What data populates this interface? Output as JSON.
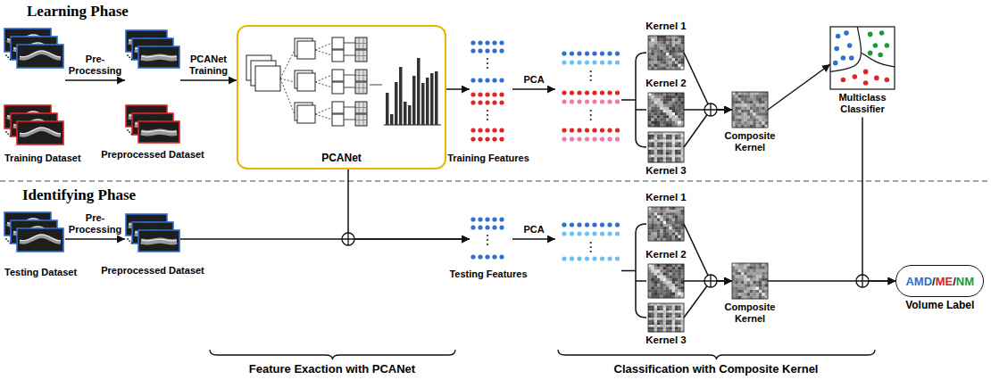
{
  "diagram": {
    "nodes": [
      {
        "text": [
          "Training Dataset"
        ]
      },
      {
        "text": [
          "Preprocessed Dataset"
        ]
      },
      {
        "text": [
          "PCANet"
        ]
      },
      {
        "text": [
          "Training Features"
        ]
      },
      {
        "text": [
          "Kernel 1"
        ]
      },
      {
        "text": [
          "Kernel 2"
        ]
      },
      {
        "text": [
          "Kernel 3"
        ]
      },
      {
        "text": [
          "Composite Kernel"
        ]
      },
      {
        "text": [
          "Multiclass Classifier"
        ]
      },
      {
        "text": [
          "Testing Dataset"
        ]
      },
      {
        "text": [
          "Preprocessed Dataset"
        ]
      },
      {
        "text": [
          "Testing Features"
        ]
      },
      {
        "text": [
          "Kernel 1"
        ]
      },
      {
        "text": [
          "Kernel 2"
        ]
      },
      {
        "text": [
          "Kernel 3"
        ]
      },
      {
        "text": [
          "Composite Kernel"
        ]
      },
      {
        "text": [
          "AMD",
          "/",
          "ME",
          "/",
          "NM",
          "Volume Label"
        ]
      }
    ],
    "edges": [
      {
        "from": 0,
        "to": 1,
        "label": "Pre- Processing",
        "arrow": "to"
      },
      {
        "from": 1,
        "to": 2,
        "label": "PCANet Training",
        "arrow": "to"
      },
      {
        "from": 2,
        "to": 3,
        "arrow": "to"
      },
      {
        "from": 4,
        "to": 7,
        "arrow": "to"
      },
      {
        "from": 5,
        "to": 7,
        "arrow": "to"
      },
      {
        "from": 6,
        "to": 7,
        "arrow": "to"
      },
      {
        "from": 7,
        "to": 8,
        "arrow": "to"
      },
      {
        "from": 9,
        "to": 10,
        "label": "Pre- Processing",
        "arrow": "to"
      },
      {
        "from": 10,
        "to": 11,
        "arrow": "to"
      },
      {
        "from": 2,
        "to": 11,
        "arrow": "to"
      },
      {
        "from": 12,
        "to": 15,
        "arrow": "to"
      },
      {
        "from": 13,
        "to": 15,
        "arrow": "to"
      },
      {
        "from": 14,
        "to": 15,
        "arrow": "to"
      },
      {
        "from": 15,
        "to": 16,
        "arrow": "to"
      },
      {
        "from": 8,
        "to": 16,
        "arrow": "to"
      }
    ],
    "labels": [
      "Learning Phase",
      "Identifying Phase",
      "PCA",
      "PCA",
      "Feature Exaction with PCANet",
      "Classification with Composite Kernel"
    ]
  }
}
